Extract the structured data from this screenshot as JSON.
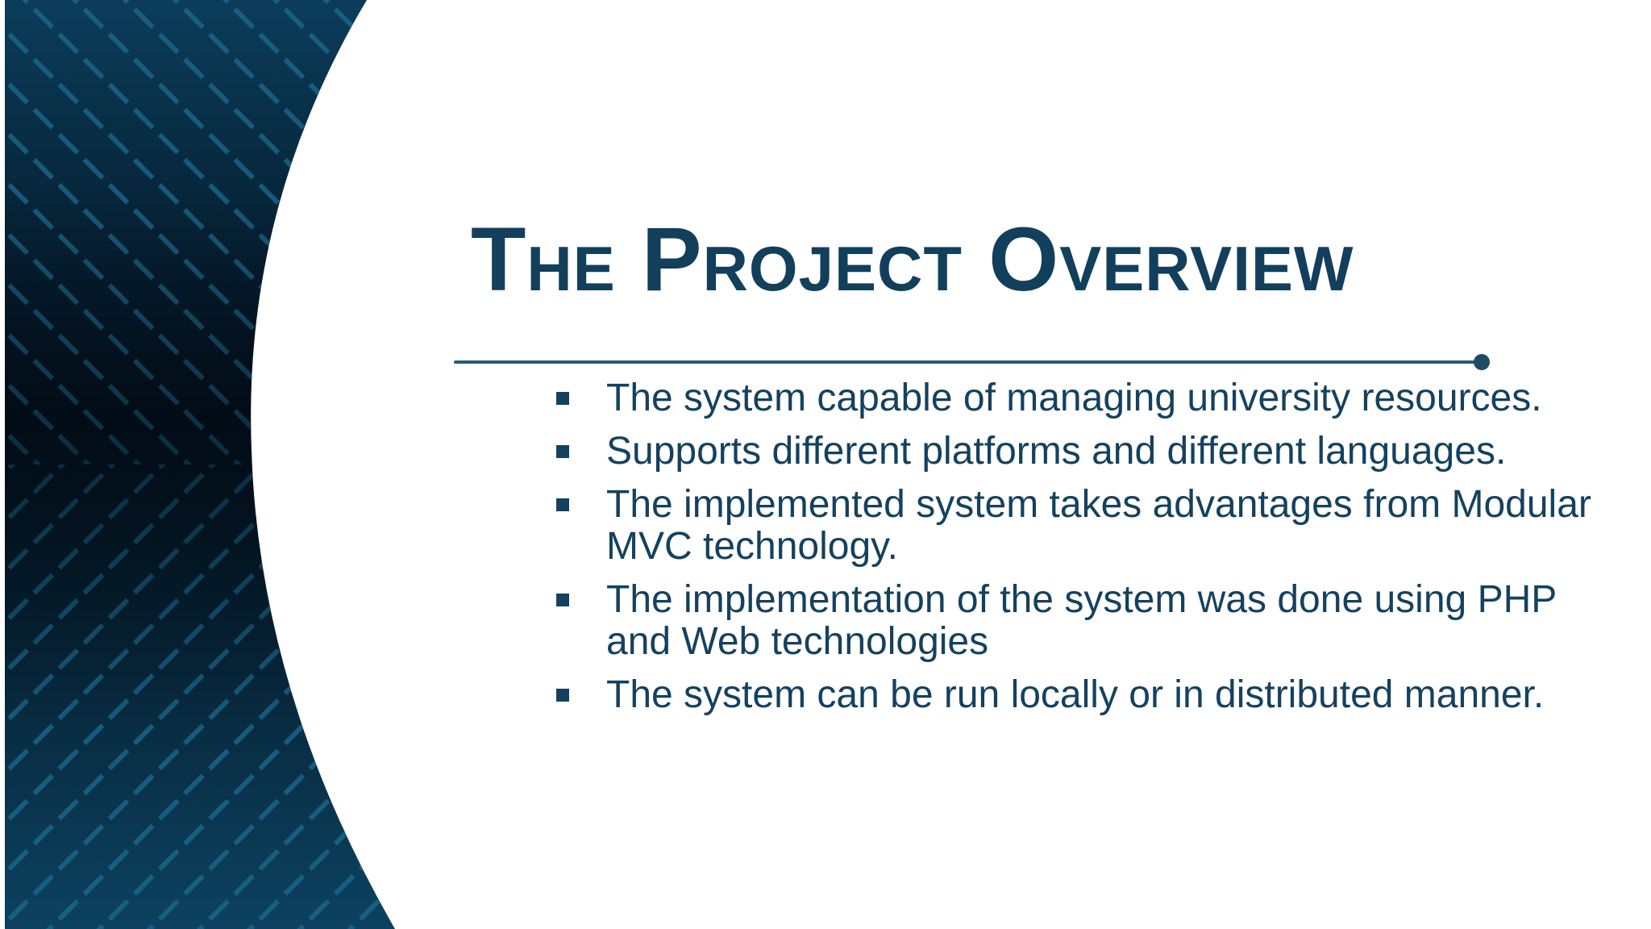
{
  "slide": {
    "title": "The Project Overview",
    "bullets": [
      "The system capable of managing university resources.",
      "Supports different platforms and different languages.",
      "The implemented system takes advantages from Modular MVC technology.",
      "The implementation of the system was done using PHP and Web technologies",
      "The system can be run locally or in distributed manner."
    ]
  },
  "colors": {
    "title": "#113f5c",
    "text": "#15415e",
    "divider": "#2c5a73",
    "panel_dark": "#041827",
    "panel_stripes": "#1b6a8f"
  },
  "icons": {
    "bullet": "square-bullet-icon",
    "divider_end": "dot-icon"
  }
}
